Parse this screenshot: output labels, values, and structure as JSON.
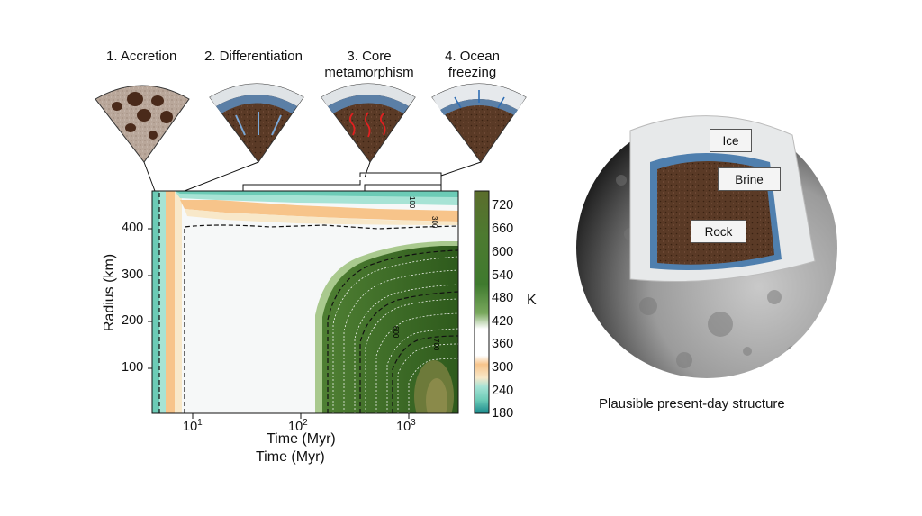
{
  "stages": [
    {
      "label": "1. Accretion"
    },
    {
      "label": "2. Differentiation"
    },
    {
      "label": "3. Core metamorphism"
    },
    {
      "label": "4. Ocean freezing"
    }
  ],
  "chart_data": {
    "type": "heatmap",
    "xlabel": "Time (Myr)",
    "xlabel_repeated": "Time (Myr)",
    "ylabel": "Radius (km)",
    "xscale": "log",
    "xticks": [
      "10",
      "10",
      "10"
    ],
    "xtick_exponents": [
      "1",
      "2",
      "3"
    ],
    "yticks": [
      "100",
      "200",
      "300",
      "400"
    ],
    "ylim": [
      0,
      470
    ],
    "colorbar": {
      "unit": "K",
      "ticks": [
        "720",
        "660",
        "600",
        "540",
        "480",
        "420",
        "360",
        "300",
        "240",
        "180"
      ],
      "range": [
        180,
        760
      ]
    },
    "contour_labels": [
      "300",
      "600",
      "700",
      "100"
    ]
  },
  "sphere": {
    "layers": {
      "ice": "Ice",
      "brine": "Brine",
      "rock": "Rock"
    },
    "caption": "Plausible present-day structure"
  },
  "colors": {
    "hot_green": "#3f6b26",
    "warm_orange": "#f7c48a",
    "cool_teal": "#7fd4c1",
    "brine_blue": "#4f7fae",
    "ice_grey": "#e7e9ea"
  }
}
